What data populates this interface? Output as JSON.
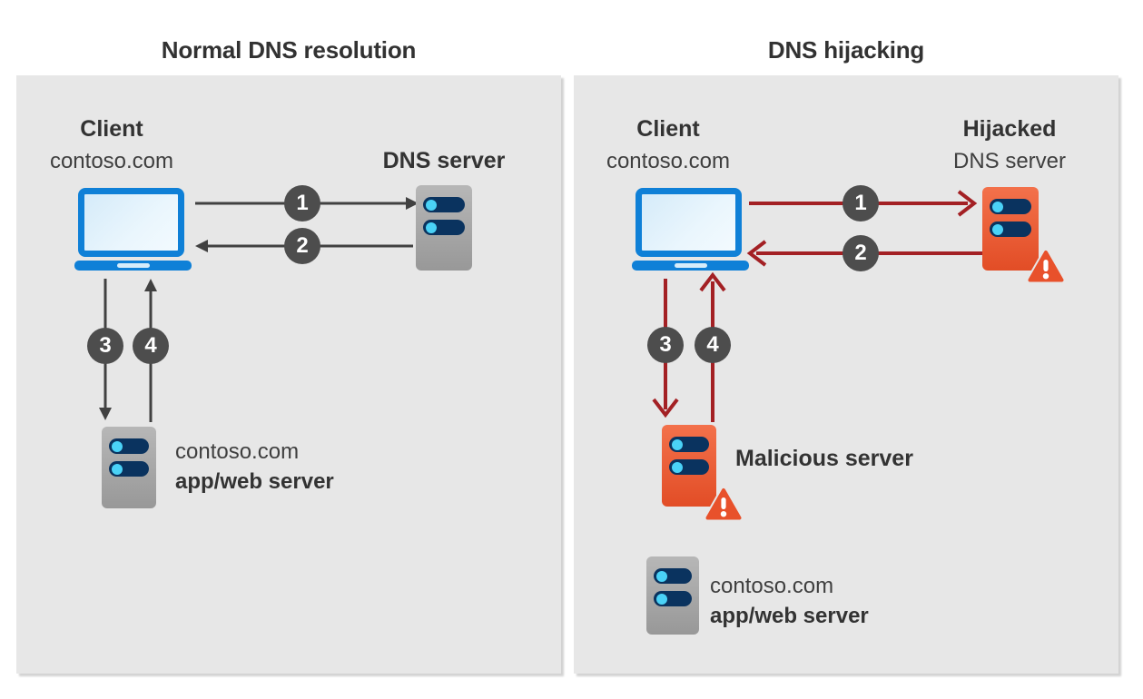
{
  "colors": {
    "panel_background": "#e7e7e7",
    "normal_arrow": "#414141",
    "hijack_arrow": "#a32024",
    "step_badge": "#4d4d4d",
    "client_blue": "#0f80d7",
    "server_gray": "#a8a8a8",
    "malicious_orange": "#e8512b",
    "led_navy": "#0a335f",
    "led_cyan": "#4ad2f7"
  },
  "left": {
    "title": "Normal DNS resolution",
    "client_name": "Client",
    "client_domain": "contoso.com",
    "dns_server": "DNS server",
    "steps": [
      "1",
      "2",
      "3",
      "4"
    ],
    "app_server_domain": "contoso.com",
    "app_server_role": "app/web server"
  },
  "right": {
    "title": "DNS hijacking",
    "client_name": "Client",
    "client_domain": "contoso.com",
    "dns_server_line1": "Hijacked",
    "dns_server_line2": "DNS server",
    "steps": [
      "1",
      "2",
      "3",
      "4"
    ],
    "malicious_server": "Malicious server",
    "app_server_domain": "contoso.com",
    "app_server_role": "app/web server"
  }
}
